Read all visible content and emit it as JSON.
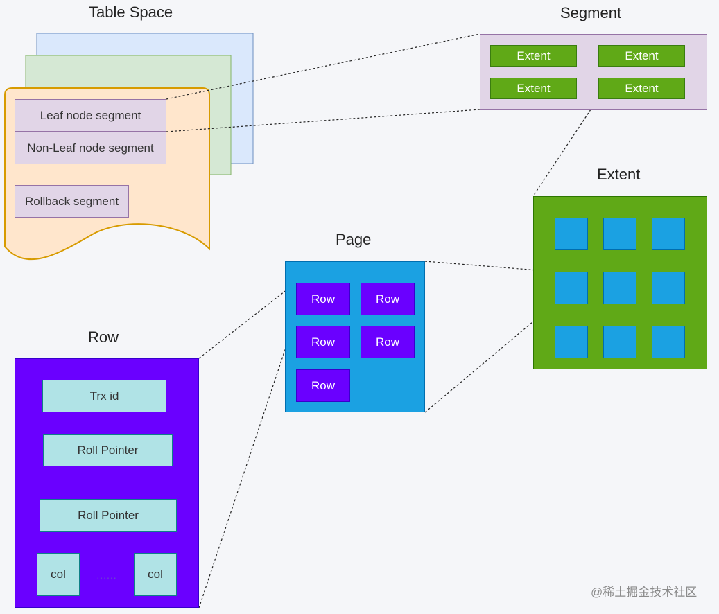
{
  "titles": {
    "table_space": "Table Space",
    "segment": "Segment",
    "extent": "Extent",
    "page": "Page",
    "row": "Row"
  },
  "table_space": {
    "segments": [
      "Leaf node segment",
      "Non-Leaf node segment",
      "Rollback segment"
    ]
  },
  "segment": {
    "extents": [
      "Extent",
      "Extent",
      "Extent",
      "Extent"
    ]
  },
  "page": {
    "rows": [
      "Row",
      "Row",
      "Row",
      "Row",
      "Row"
    ]
  },
  "row": {
    "fields": [
      "Trx id",
      "Roll Pointer",
      "Roll Pointer"
    ],
    "cols": [
      "col",
      "col"
    ],
    "ellipsis": "......"
  },
  "watermark": "@稀土掘金技术社区",
  "colors": {
    "background": "#f5f6f9",
    "tablespace_back": "#dae8fc",
    "tablespace_middle": "#d5e8d4",
    "tablespace_front": "#ffe6cc",
    "tablespace_front_border": "#d79b00",
    "segment_fill": "#e1d5e7",
    "extent_green": "#60a917",
    "page_blue": "#1ba1e2",
    "row_purple": "#6a00ff",
    "row_field": "#b0e3e6"
  }
}
